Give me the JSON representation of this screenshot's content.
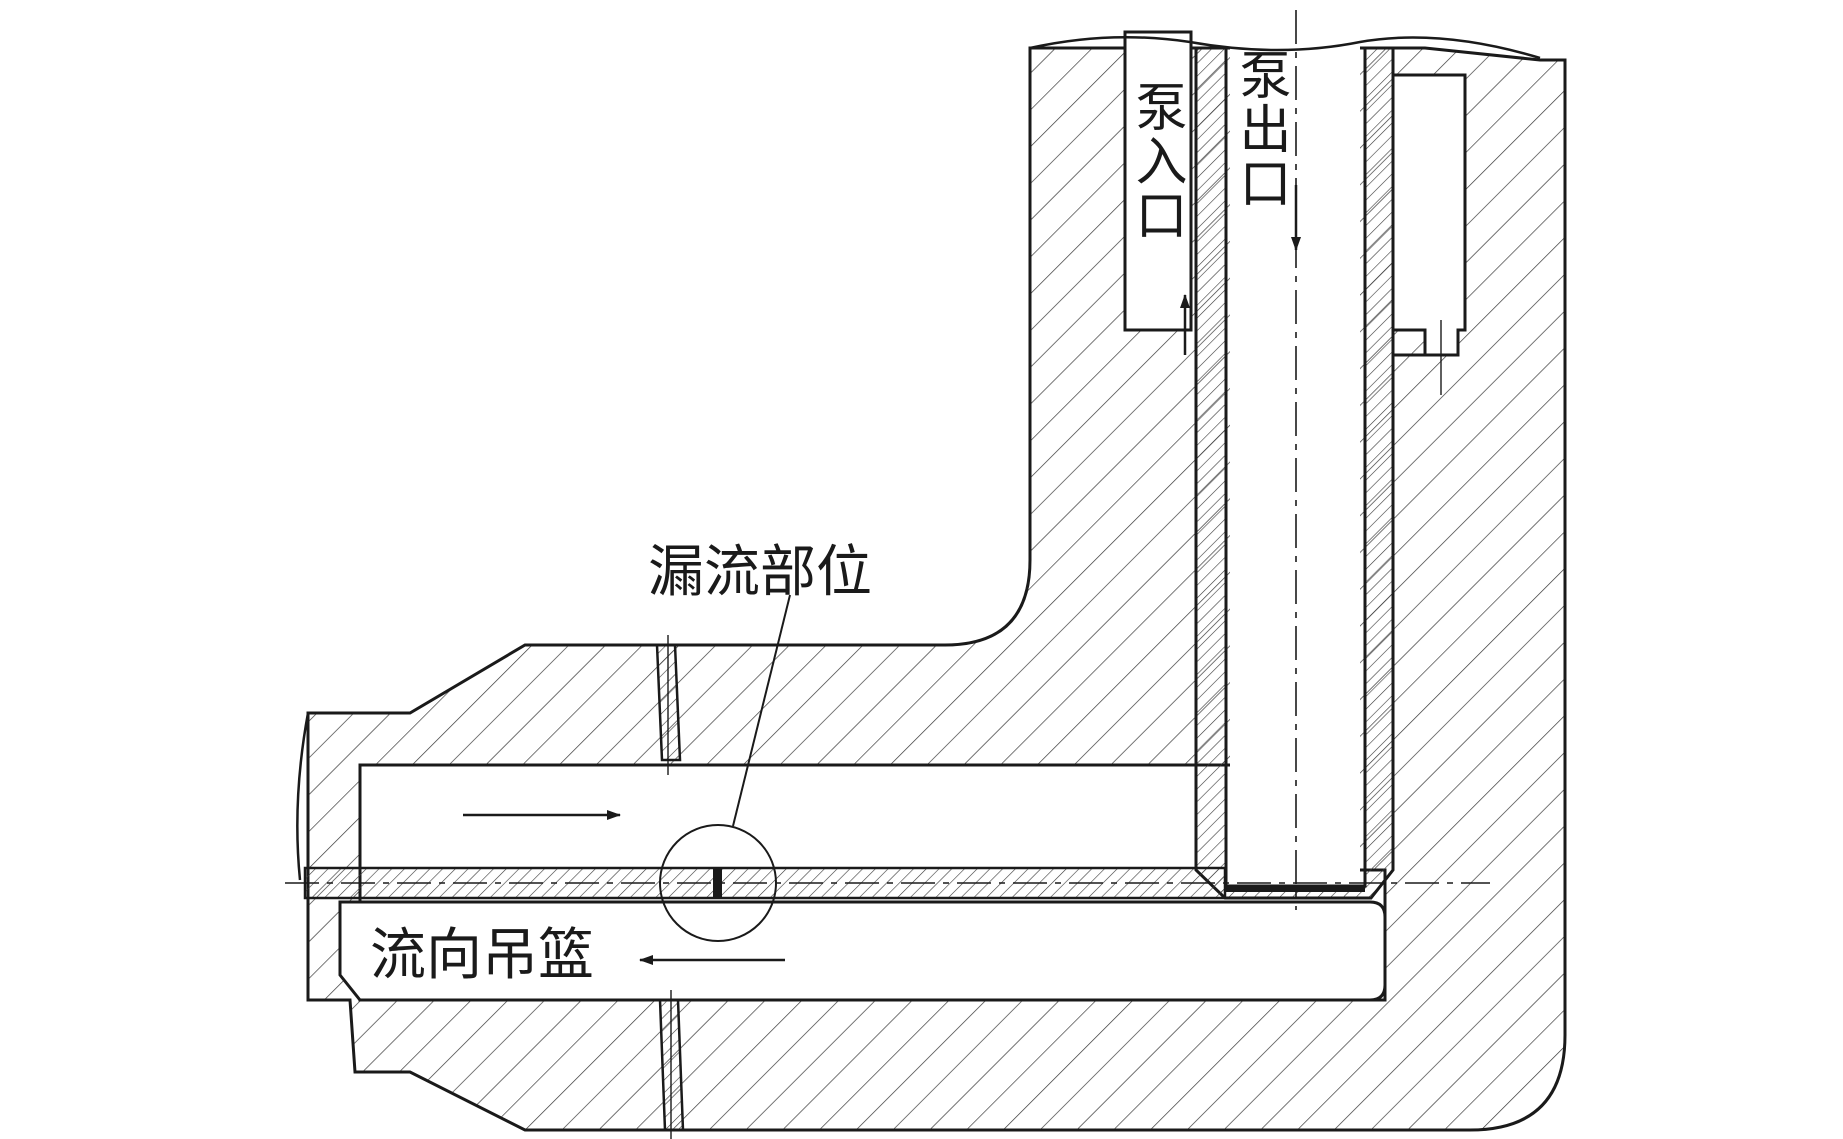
{
  "diagram": {
    "title": "",
    "labels": {
      "pump_inlet": "泵入口",
      "pump_outlet": "泵出口",
      "leak_location": "漏流部位",
      "flow_to_basket": "流向吊篮"
    },
    "colors": {
      "line": "#1a1a1a",
      "hatch": "#3a3a3a",
      "background": "#ffffff"
    }
  }
}
